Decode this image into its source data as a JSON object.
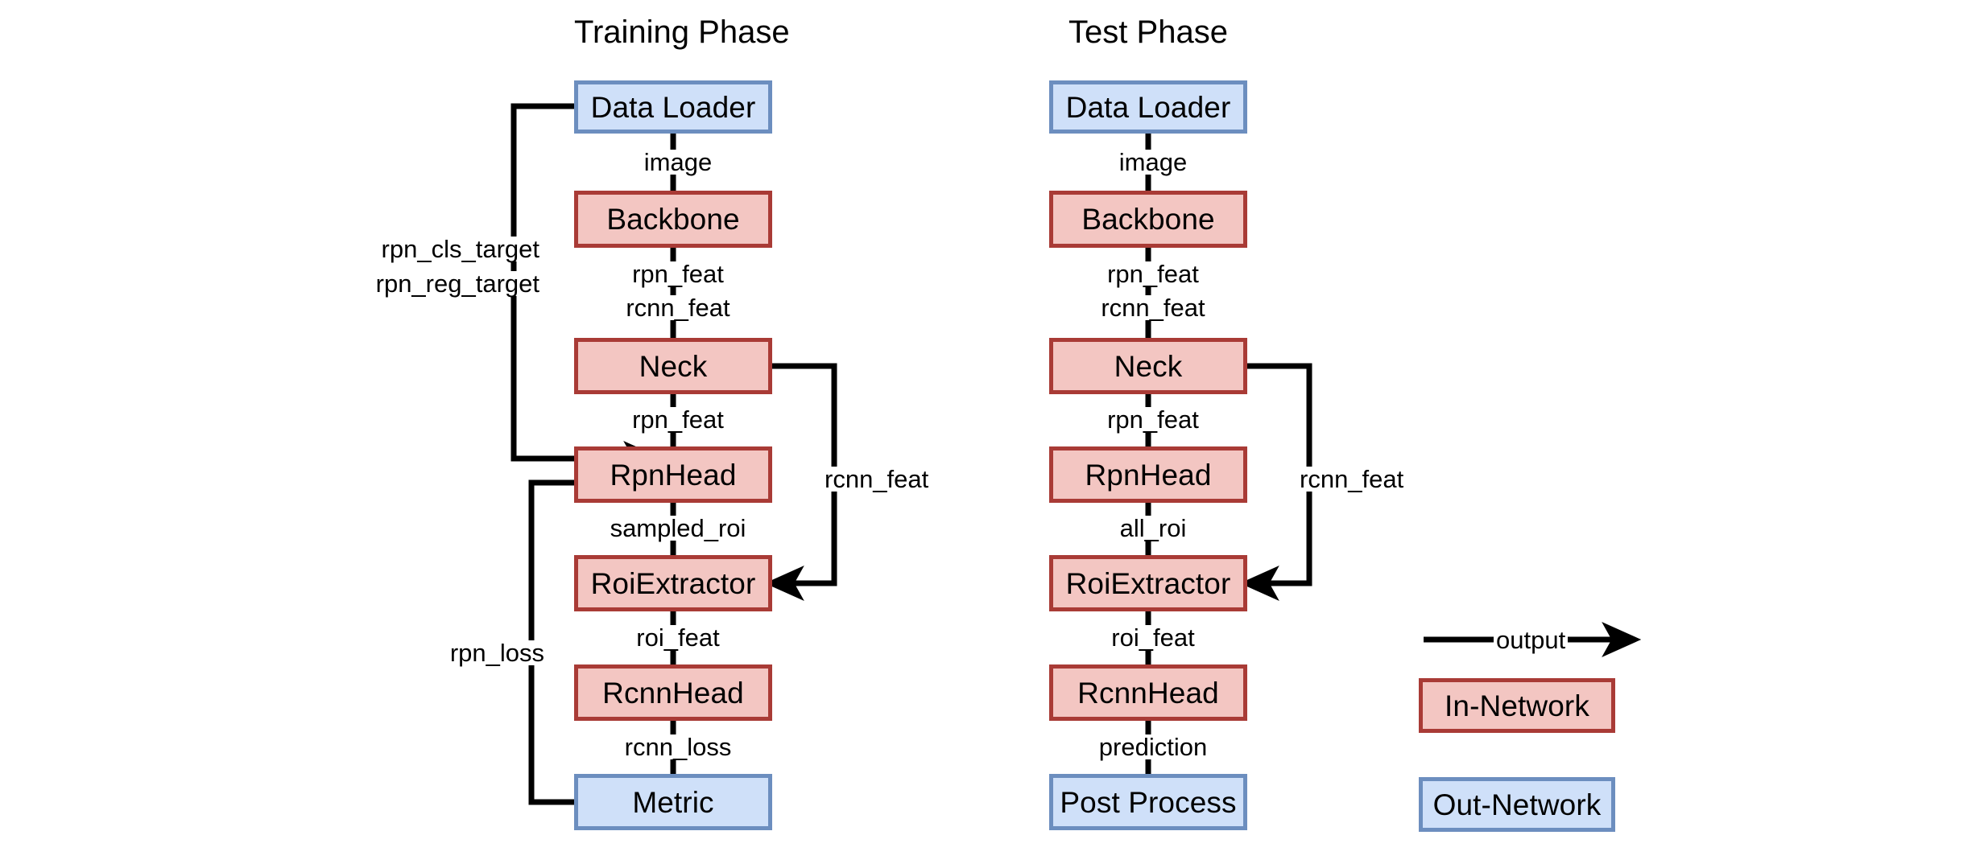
{
  "diagram": {
    "title_training": "Training Phase",
    "title_test": "Test Phase",
    "colors": {
      "in_network_fill": "#f3c6c2",
      "in_network_border": "#a93b36",
      "out_network_fill": "#cfe0f9",
      "out_network_border": "#6c8ebf",
      "line": "#000000",
      "background": "#ffffff"
    }
  },
  "training": {
    "nodes": [
      {
        "id": "data_loader",
        "label": "Data Loader",
        "kind": "out-network"
      },
      {
        "id": "backbone",
        "label": "Backbone",
        "kind": "in-network"
      },
      {
        "id": "neck",
        "label": "Neck",
        "kind": "in-network"
      },
      {
        "id": "rpn_head",
        "label": "RpnHead",
        "kind": "in-network"
      },
      {
        "id": "roi_extractor",
        "label": "RoiExtractor",
        "kind": "in-network"
      },
      {
        "id": "rcnn_head",
        "label": "RcnnHead",
        "kind": "in-network"
      },
      {
        "id": "metric",
        "label": "Metric",
        "kind": "out-network"
      }
    ],
    "edge_labels": {
      "image": "image",
      "rpn_feat_top": "rpn_feat",
      "rcnn_feat_top": "rcnn_feat",
      "rpn_feat_mid": "rpn_feat",
      "sampled_roi": "sampled_roi",
      "roi_feat": "roi_feat",
      "rcnn_loss": "rcnn_loss",
      "rcnn_feat_side": "rcnn_feat",
      "rpn_cls_target": "rpn_cls_target",
      "rpn_reg_target": "rpn_reg_target",
      "rpn_loss": "rpn_loss"
    }
  },
  "test": {
    "nodes": [
      {
        "id": "data_loader",
        "label": "Data Loader",
        "kind": "out-network"
      },
      {
        "id": "backbone",
        "label": "Backbone",
        "kind": "in-network"
      },
      {
        "id": "neck",
        "label": "Neck",
        "kind": "in-network"
      },
      {
        "id": "rpn_head",
        "label": "RpnHead",
        "kind": "in-network"
      },
      {
        "id": "roi_extractor",
        "label": "RoiExtractor",
        "kind": "in-network"
      },
      {
        "id": "rcnn_head",
        "label": "RcnnHead",
        "kind": "in-network"
      },
      {
        "id": "post_process",
        "label": "Post Process",
        "kind": "out-network"
      }
    ],
    "edge_labels": {
      "image": "image",
      "rpn_feat_top": "rpn_feat",
      "rcnn_feat_top": "rcnn_feat",
      "rpn_feat_mid": "rpn_feat",
      "all_roi": "all_roi",
      "roi_feat": "roi_feat",
      "prediction": "prediction",
      "rcnn_feat_side": "rcnn_feat"
    }
  },
  "legend": {
    "output_label": "output",
    "in_network_label": "In-Network",
    "out_network_label": "Out-Network"
  }
}
